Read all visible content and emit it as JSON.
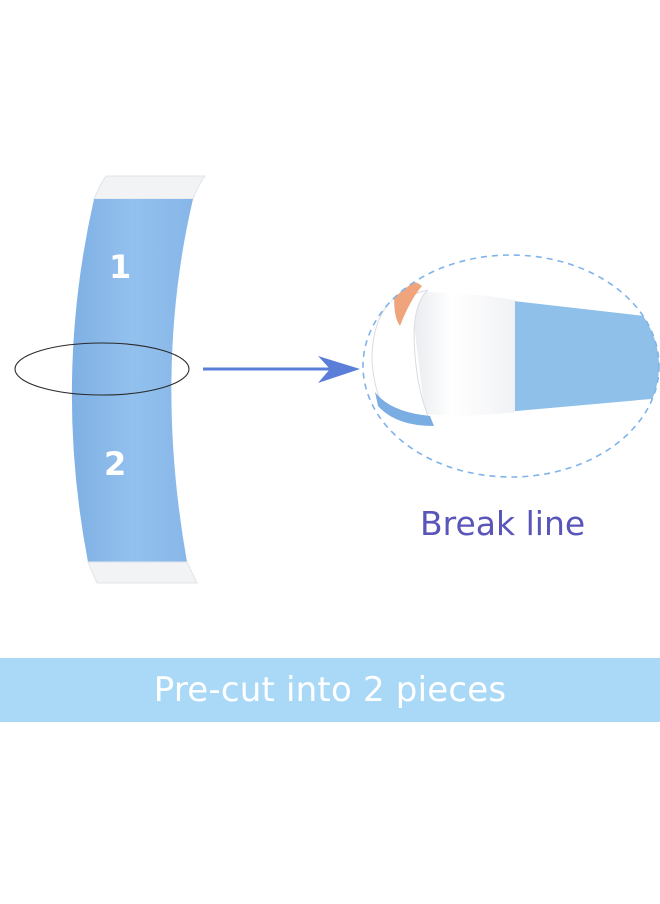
{
  "tape": {
    "piece_one": "1",
    "piece_two": "2",
    "tape_color": "#8fbdea",
    "liner_color": "#f2f4f6"
  },
  "closeup": {
    "label": "Break line",
    "label_color": "#5a55b8",
    "arrow_color": "#5b7fd8"
  },
  "banner": {
    "text": "Pre-cut into 2 pieces",
    "background": "#a9d9f7"
  }
}
